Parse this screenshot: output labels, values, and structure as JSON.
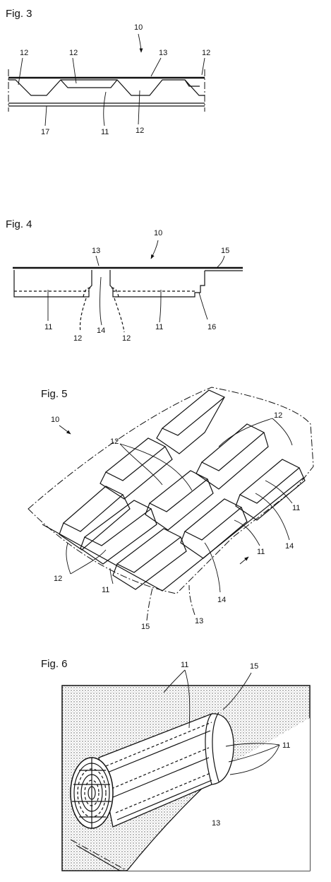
{
  "figures": [
    {
      "title": "Fig. 3",
      "labels": {
        "n10": "10",
        "n12a": "12",
        "n12b": "12",
        "n13": "13",
        "n12c": "12",
        "n12d": "12",
        "n17": "17",
        "n11": "11"
      }
    },
    {
      "title": "Fig. 4",
      "labels": {
        "n10": "10",
        "n13": "13",
        "n15": "15",
        "n11a": "11",
        "n11b": "11",
        "n16": "16",
        "n12a": "12",
        "n14": "14",
        "n12b": "12"
      }
    },
    {
      "title": "Fig. 5",
      "labels": {
        "n10": "10",
        "n12a": "12",
        "n12b": "12",
        "n12c": "12",
        "n11a": "11",
        "n11b": "11",
        "n11c": "11",
        "n14a": "14",
        "n14b": "14",
        "n15": "15",
        "n13": "13"
      }
    },
    {
      "title": "Fig. 6",
      "labels": {
        "n11a": "11",
        "n15": "15",
        "n11b": "11",
        "n13": "13"
      }
    }
  ]
}
